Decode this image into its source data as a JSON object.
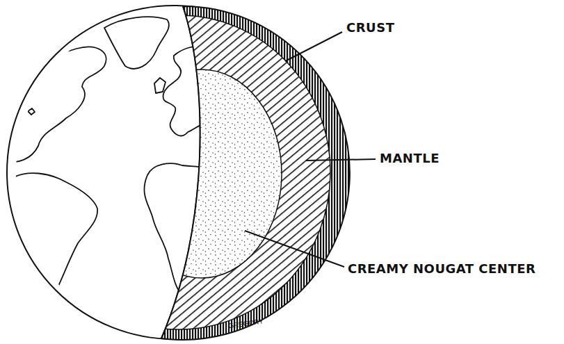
{
  "diagram": {
    "labels": [
      "CRUST",
      "MANTLE",
      "CREAMY NOUGAT CENTER",
      "GREGORY"
    ]
  }
}
